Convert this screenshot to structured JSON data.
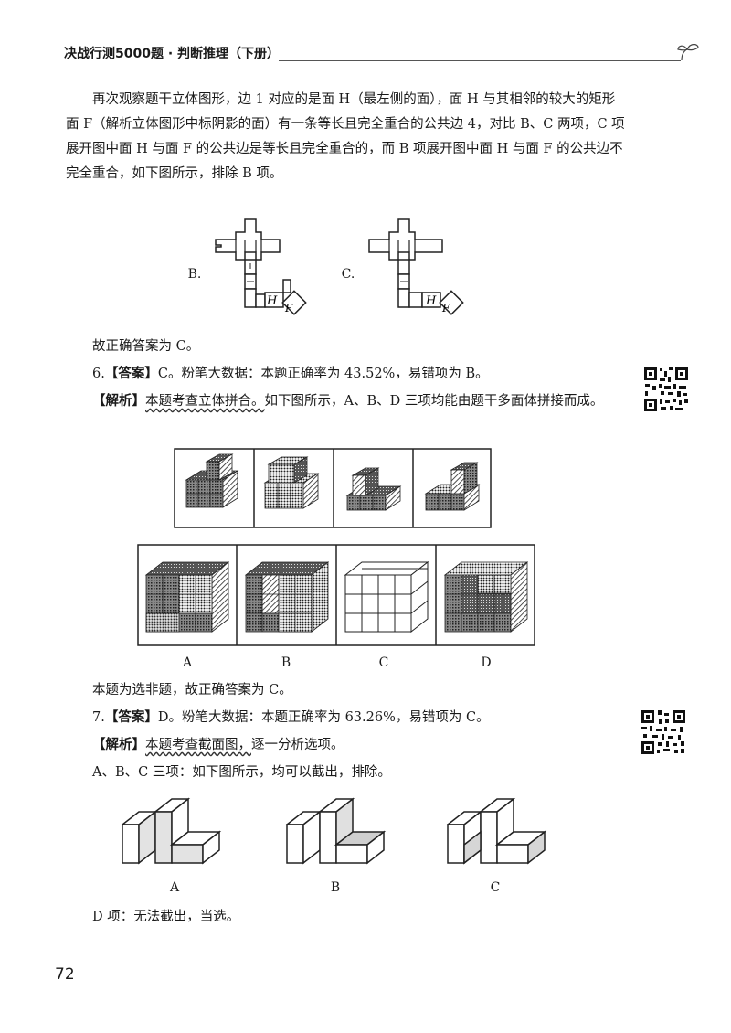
{
  "header": {
    "title": "决战行测5000题 · 判断推理（下册）"
  },
  "paragraphs": {
    "p1": "再次观察题干立体图形，边 1 对应的是面 H（最左侧的面），面 H 与其相邻的较大的矩形面 F（解析立体图形中标阴影的面）有一条等长且完全重合的公共边 4，对比 B、C 两项，C 项展开图中面 H 与面 F 的公共边是等长且完全重合的，而 B 项展开图中面 H 与面 F 的公共边不完全重合，如下图所示，排除 B 项。",
    "p2": "故正确答案为 C。",
    "q6_number": "6.",
    "q6_tag": "【答案】",
    "q6_text": "C。粉笔大数据：本题正确率为 43.52%，易错项为 B。",
    "q6_analysis_tag": "【解析】",
    "q6_analysis_wavy": "本题考查立体拼合。",
    "q6_analysis_text": "如下图所示，A、B、D 三项均能由题干多面体拼接而成。",
    "q6_conclusion": "本题为选非题，故正确答案为 C。",
    "q7_number": "7.",
    "q7_tag": "【答案】",
    "q7_text": "D。粉笔大数据：本题正确率为 63.26%，易错项为 C。",
    "q7_analysis_tag": "【解析】",
    "q7_analysis_wavy": "本题考查截面图，",
    "q7_analysis_text": "逐一分析选项。",
    "q7_abc": "A、B、C 三项：如下图所示，均可以截出，排除。",
    "q7_d": "D 项：无法截出，当选。"
  },
  "figure_nets": {
    "label_b": "B.",
    "label_c": "C.",
    "face_h": "H",
    "face_f": "F"
  },
  "figure_cubes": {
    "captions": [
      "A",
      "B",
      "C",
      "D"
    ]
  },
  "figure_sections": {
    "captions": [
      "A",
      "B",
      "C"
    ]
  },
  "page_number": "72"
}
